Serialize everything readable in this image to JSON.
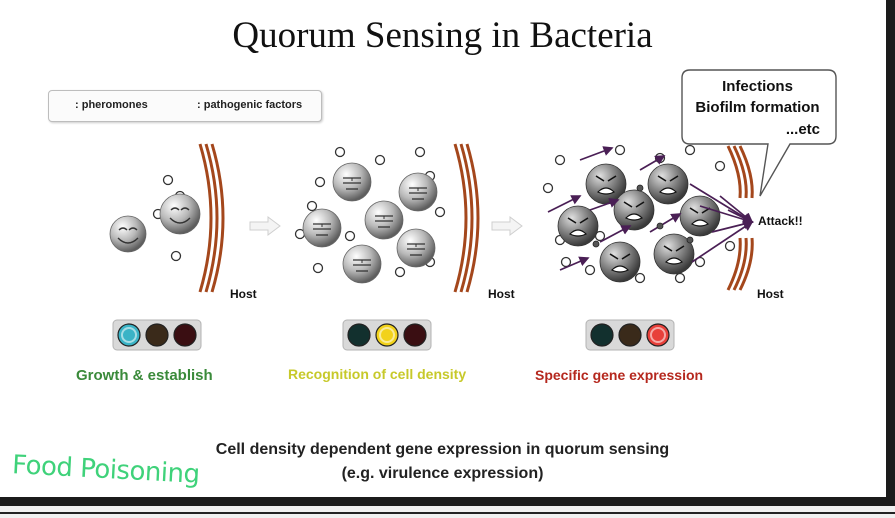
{
  "title": "Quorum Sensing in Bacteria",
  "legend": {
    "pheromones_label": ": pheromones",
    "pathogenic_label": ": pathogenic factors"
  },
  "host_label": "Host",
  "attack_label": "Attack!!",
  "bubble": {
    "line1": "Infections",
    "line2": "Biofilm formation",
    "line3": "...etc"
  },
  "stages": [
    {
      "label": "Growth & establish",
      "label_color": "#3a8a3a",
      "lights": [
        "#3ab3c6",
        "#3a2a1a",
        "#3a0e12"
      ]
    },
    {
      "label": "Recognition of cell density",
      "label_color": "#c7c92a",
      "lights": [
        "#12302e",
        "#f2d21b",
        "#3a0e12"
      ]
    },
    {
      "label": "Specific gene expression",
      "label_color": "#b5281e",
      "lights": [
        "#12302e",
        "#3a2a1a",
        "#e8403a"
      ]
    }
  ],
  "caption": {
    "line1": "Cell density dependent gene expression in quorum sensing",
    "line2": "(e.g. virulence expression)"
  },
  "annotation": "Food Poisoning",
  "colors": {
    "host_wall": "#a4471c",
    "arrow": "#4a1f55",
    "cell": "#8e8e8e"
  }
}
